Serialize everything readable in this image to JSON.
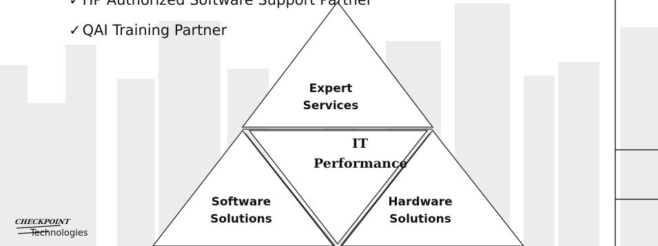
{
  "bullets": [
    {
      "check": "✓",
      "text": "HP Authorized Software Support Partner"
    },
    {
      "check": "✓",
      "text": "QAI Training Partner"
    }
  ],
  "diagram": {
    "top": "Expert\nServices",
    "center": "IT\nPerformance",
    "left": "Software\nSolutions",
    "right": "Hardware\nSolutions"
  },
  "logo": {
    "top": "CHECKPOINT",
    "bottom": "Technologies"
  },
  "colors": {
    "background": "#ffffff",
    "skyline": "#eeeeee",
    "lines": "#222222"
  }
}
